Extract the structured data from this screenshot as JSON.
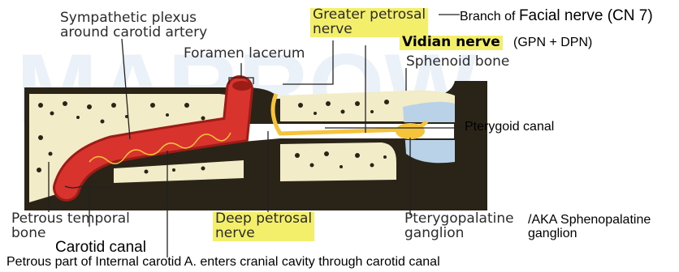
{
  "labels": {
    "sympathetic_line1": "Sympathetic plexus",
    "sympathetic_line2": "around carotid artery",
    "foramen_lacerum": "Foramen lacerum",
    "greater_petrosal_line1": "Greater petrosal",
    "greater_petrosal_line2": "nerve",
    "branch_of": "Branch of",
    "facial_nerve": "Facial nerve (CN 7)",
    "vidian_nerve": "Vidian nerve",
    "vidian_note": "(GPN + DPN)",
    "sphenoid_bone": "Sphenoid bone",
    "pterygoid_canal": "Pterygoid canal",
    "petrous_line1": "Petrous temporal",
    "petrous_line2": "bone",
    "carotid_canal": "Carotid canal",
    "deep_petrosal_line1": "Deep petrosal",
    "deep_petrosal_line2": "nerve",
    "pterygopalatine_line1": "Pterygopalatine",
    "pterygopalatine_line2": "ganglion",
    "aka_line1": "/AKA Sphenopalatine",
    "aka_line2": "ganglion",
    "caption": "Petrous part of Internal carotid A. enters cranial cavity through carotid canal"
  },
  "watermark": "MARROW",
  "colors": {
    "bone_fill": "#f3ecc8",
    "bone_edge": "#2a2418",
    "artery": "#d8332c",
    "artery_dark": "#9c1c18",
    "nerve_yellow": "#f5c43a",
    "sinus_blue": "#b9d2e8",
    "highlight": "#f4ef6a"
  }
}
